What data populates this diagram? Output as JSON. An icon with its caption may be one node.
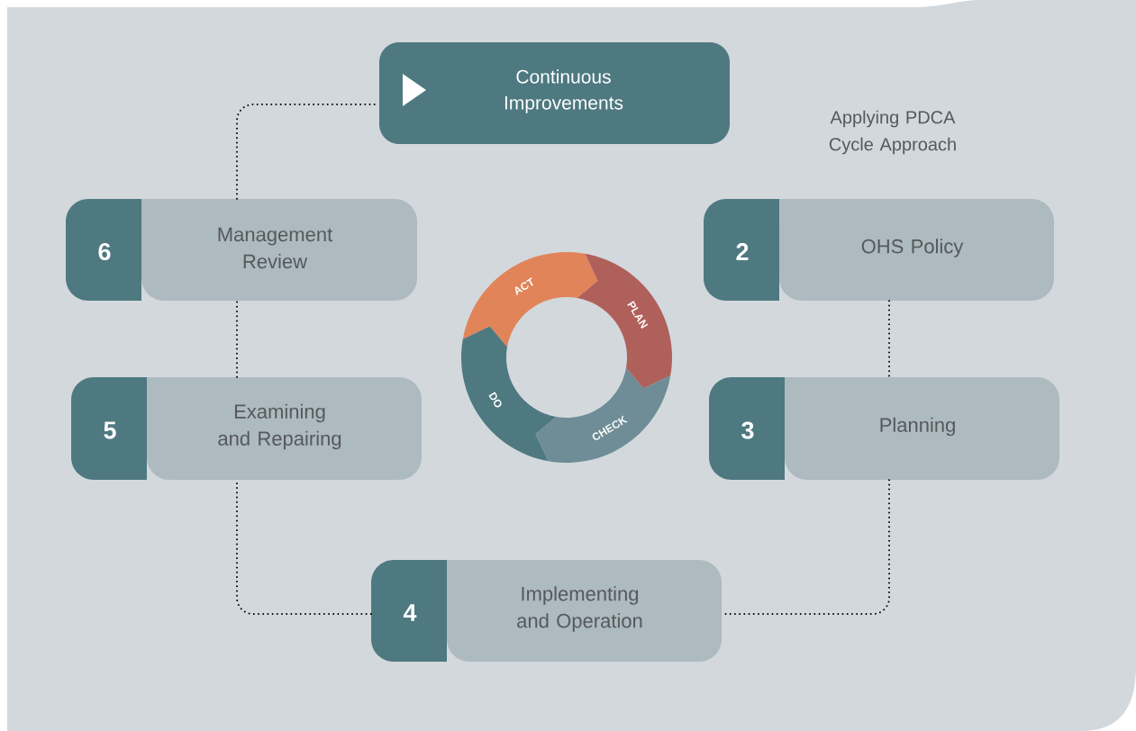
{
  "diagram": {
    "nodes": [
      {
        "text": [
          "Continuous Improvements"
        ]
      },
      {
        "text": [
          "6",
          "Management Review"
        ]
      },
      {
        "text": [
          "2",
          "OHS Policy"
        ]
      },
      {
        "text": [
          "ACT"
        ]
      },
      {
        "text": [
          "PLAN"
        ]
      },
      {
        "text": [
          "DO"
        ]
      },
      {
        "text": [
          "CHECK"
        ]
      },
      {
        "text": [
          "5",
          "Examining and Repairing"
        ]
      },
      {
        "text": [
          "3",
          "Planning"
        ]
      },
      {
        "text": [
          "4",
          "Implementing and Operation"
        ]
      }
    ],
    "edges": [
      {
        "from": 2,
        "to": 8,
        "arrow": "none"
      },
      {
        "from": 8,
        "to": 9,
        "arrow": "none"
      },
      {
        "from": 9,
        "to": 7,
        "arrow": "none"
      },
      {
        "from": 7,
        "to": 1,
        "arrow": "none"
      },
      {
        "from": 1,
        "to": 0,
        "arrow": "none"
      }
    ],
    "labels": [
      "Applying PDCA Cycle Approach"
    ]
  }
}
